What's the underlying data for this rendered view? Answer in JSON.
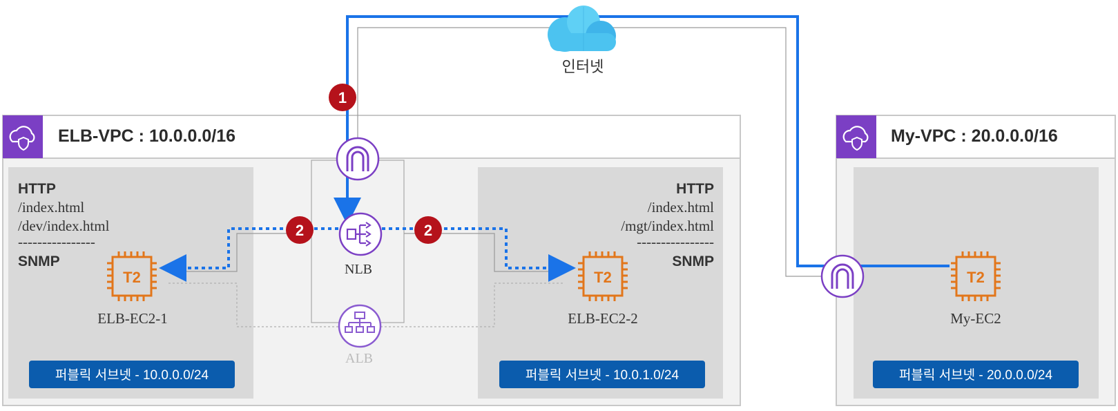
{
  "internet": {
    "label": "인터넷"
  },
  "elb_vpc": {
    "title": "ELB-VPC : 10.0.0.0/16",
    "left_subnet": {
      "protocol_http": "HTTP",
      "paths": [
        "/index.html",
        "/dev/index.html"
      ],
      "divider": "----------------",
      "protocol_snmp": "SNMP",
      "instance_type": "T2",
      "instance_name": "ELB-EC2-1",
      "subnet_label": "퍼블릭 서브넷 - 10.0.0.0/24"
    },
    "right_subnet": {
      "protocol_http": "HTTP",
      "paths": [
        "/index.html",
        "/mgt/index.html"
      ],
      "divider": "----------------",
      "protocol_snmp": "SNMP",
      "instance_type": "T2",
      "instance_name": "ELB-EC2-2",
      "subnet_label": "퍼블릭 서브넷 - 10.0.1.0/24"
    },
    "nlb_label": "NLB",
    "alb_label": "ALB"
  },
  "my_vpc": {
    "title": "My-VPC : 20.0.0.0/16",
    "instance_type": "T2",
    "instance_name": "My-EC2",
    "subnet_label": "퍼블릭 서브넷 - 20.0.0.0/24"
  },
  "steps": {
    "step1": "1",
    "step2a": "2",
    "step2b": "2"
  },
  "colors": {
    "flow_blue": "#1a73e8",
    "vpc_purple": "#7b3fc4",
    "ec2_orange": "#e2761b",
    "subnet_blue": "#0b5cad",
    "step_red": "#b5121b",
    "cloud_blue": "#4cc3f0"
  }
}
